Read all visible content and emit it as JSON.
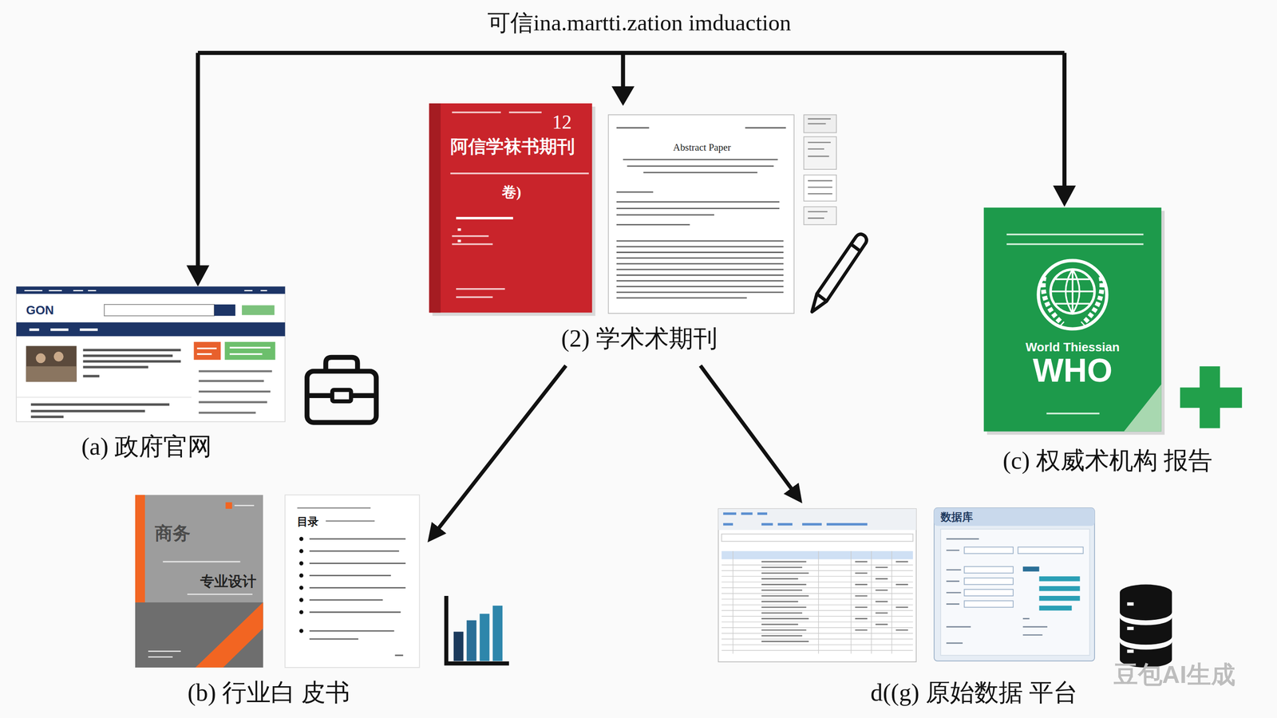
{
  "diagram": {
    "title": "可信ina.martti.zation imduaction",
    "nodes": [
      {
        "text": [
          "(2) 学术术期刊"
        ]
      },
      {
        "text": [
          "(a) 政府官网"
        ]
      },
      {
        "text": [
          "(c) 权威术机构 报告"
        ]
      },
      {
        "text": [
          "(b) 行业白 皮书"
        ]
      },
      {
        "text": [
          "d((g) 原始数据 平台"
        ]
      }
    ],
    "edges": [
      {
        "from": 0,
        "to": 3,
        "arrow": "to"
      },
      {
        "from": 0,
        "to": 4,
        "arrow": "to"
      }
    ],
    "labels": [
      "GON",
      "12",
      "阿信学袜书期刊",
      "卷)",
      "Abstract Paper",
      "World Thiessian",
      "WHO",
      "商务",
      "专业设计",
      "目录",
      "数据库",
      "豆包AI生成"
    ]
  }
}
